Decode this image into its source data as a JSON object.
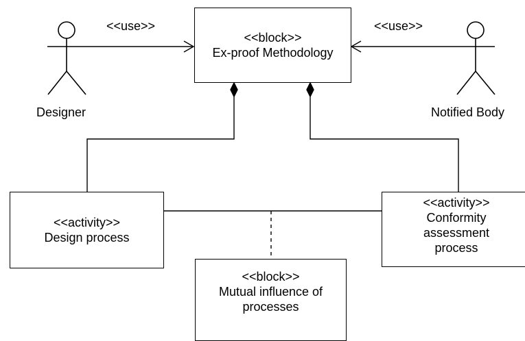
{
  "blocks": {
    "methodology": {
      "stereotype": "<<block>>",
      "name": "Ex-proof Methodology"
    },
    "design": {
      "stereotype": "<<activity>>",
      "name": "Design process"
    },
    "conformity": {
      "stereotype": "<<activity>>",
      "name_lines": [
        "Conformity",
        "assessment",
        "process"
      ]
    },
    "mutual": {
      "stereotype": "<<block>>",
      "name_lines": [
        "Mutual influence of",
        "processes"
      ]
    }
  },
  "actors": {
    "designer": {
      "name": "Designer"
    },
    "notified_body": {
      "name": "Notified Body"
    }
  },
  "relations": {
    "use_left": "<<use>>",
    "use_right": "<<use>>"
  }
}
